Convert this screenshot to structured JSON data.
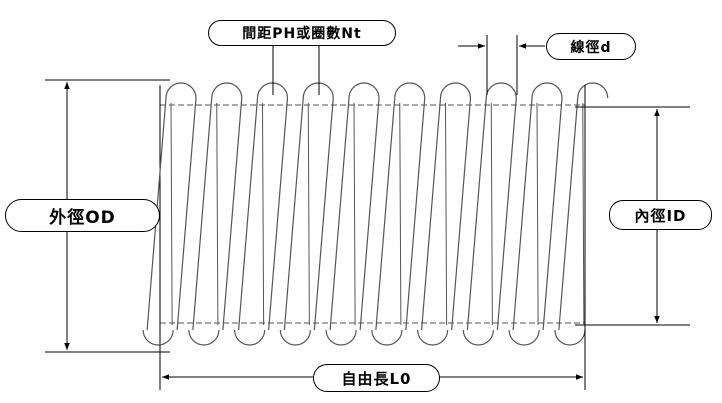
{
  "labels": {
    "pitch": "間距PH或圈數Nt",
    "wire": "線徑d",
    "outer": "外徑OD",
    "inner": "內徑ID",
    "length": "自由長L0"
  },
  "spring": {
    "coils": 9
  },
  "colors": {
    "line": "#000000",
    "coil": "#555555"
  }
}
